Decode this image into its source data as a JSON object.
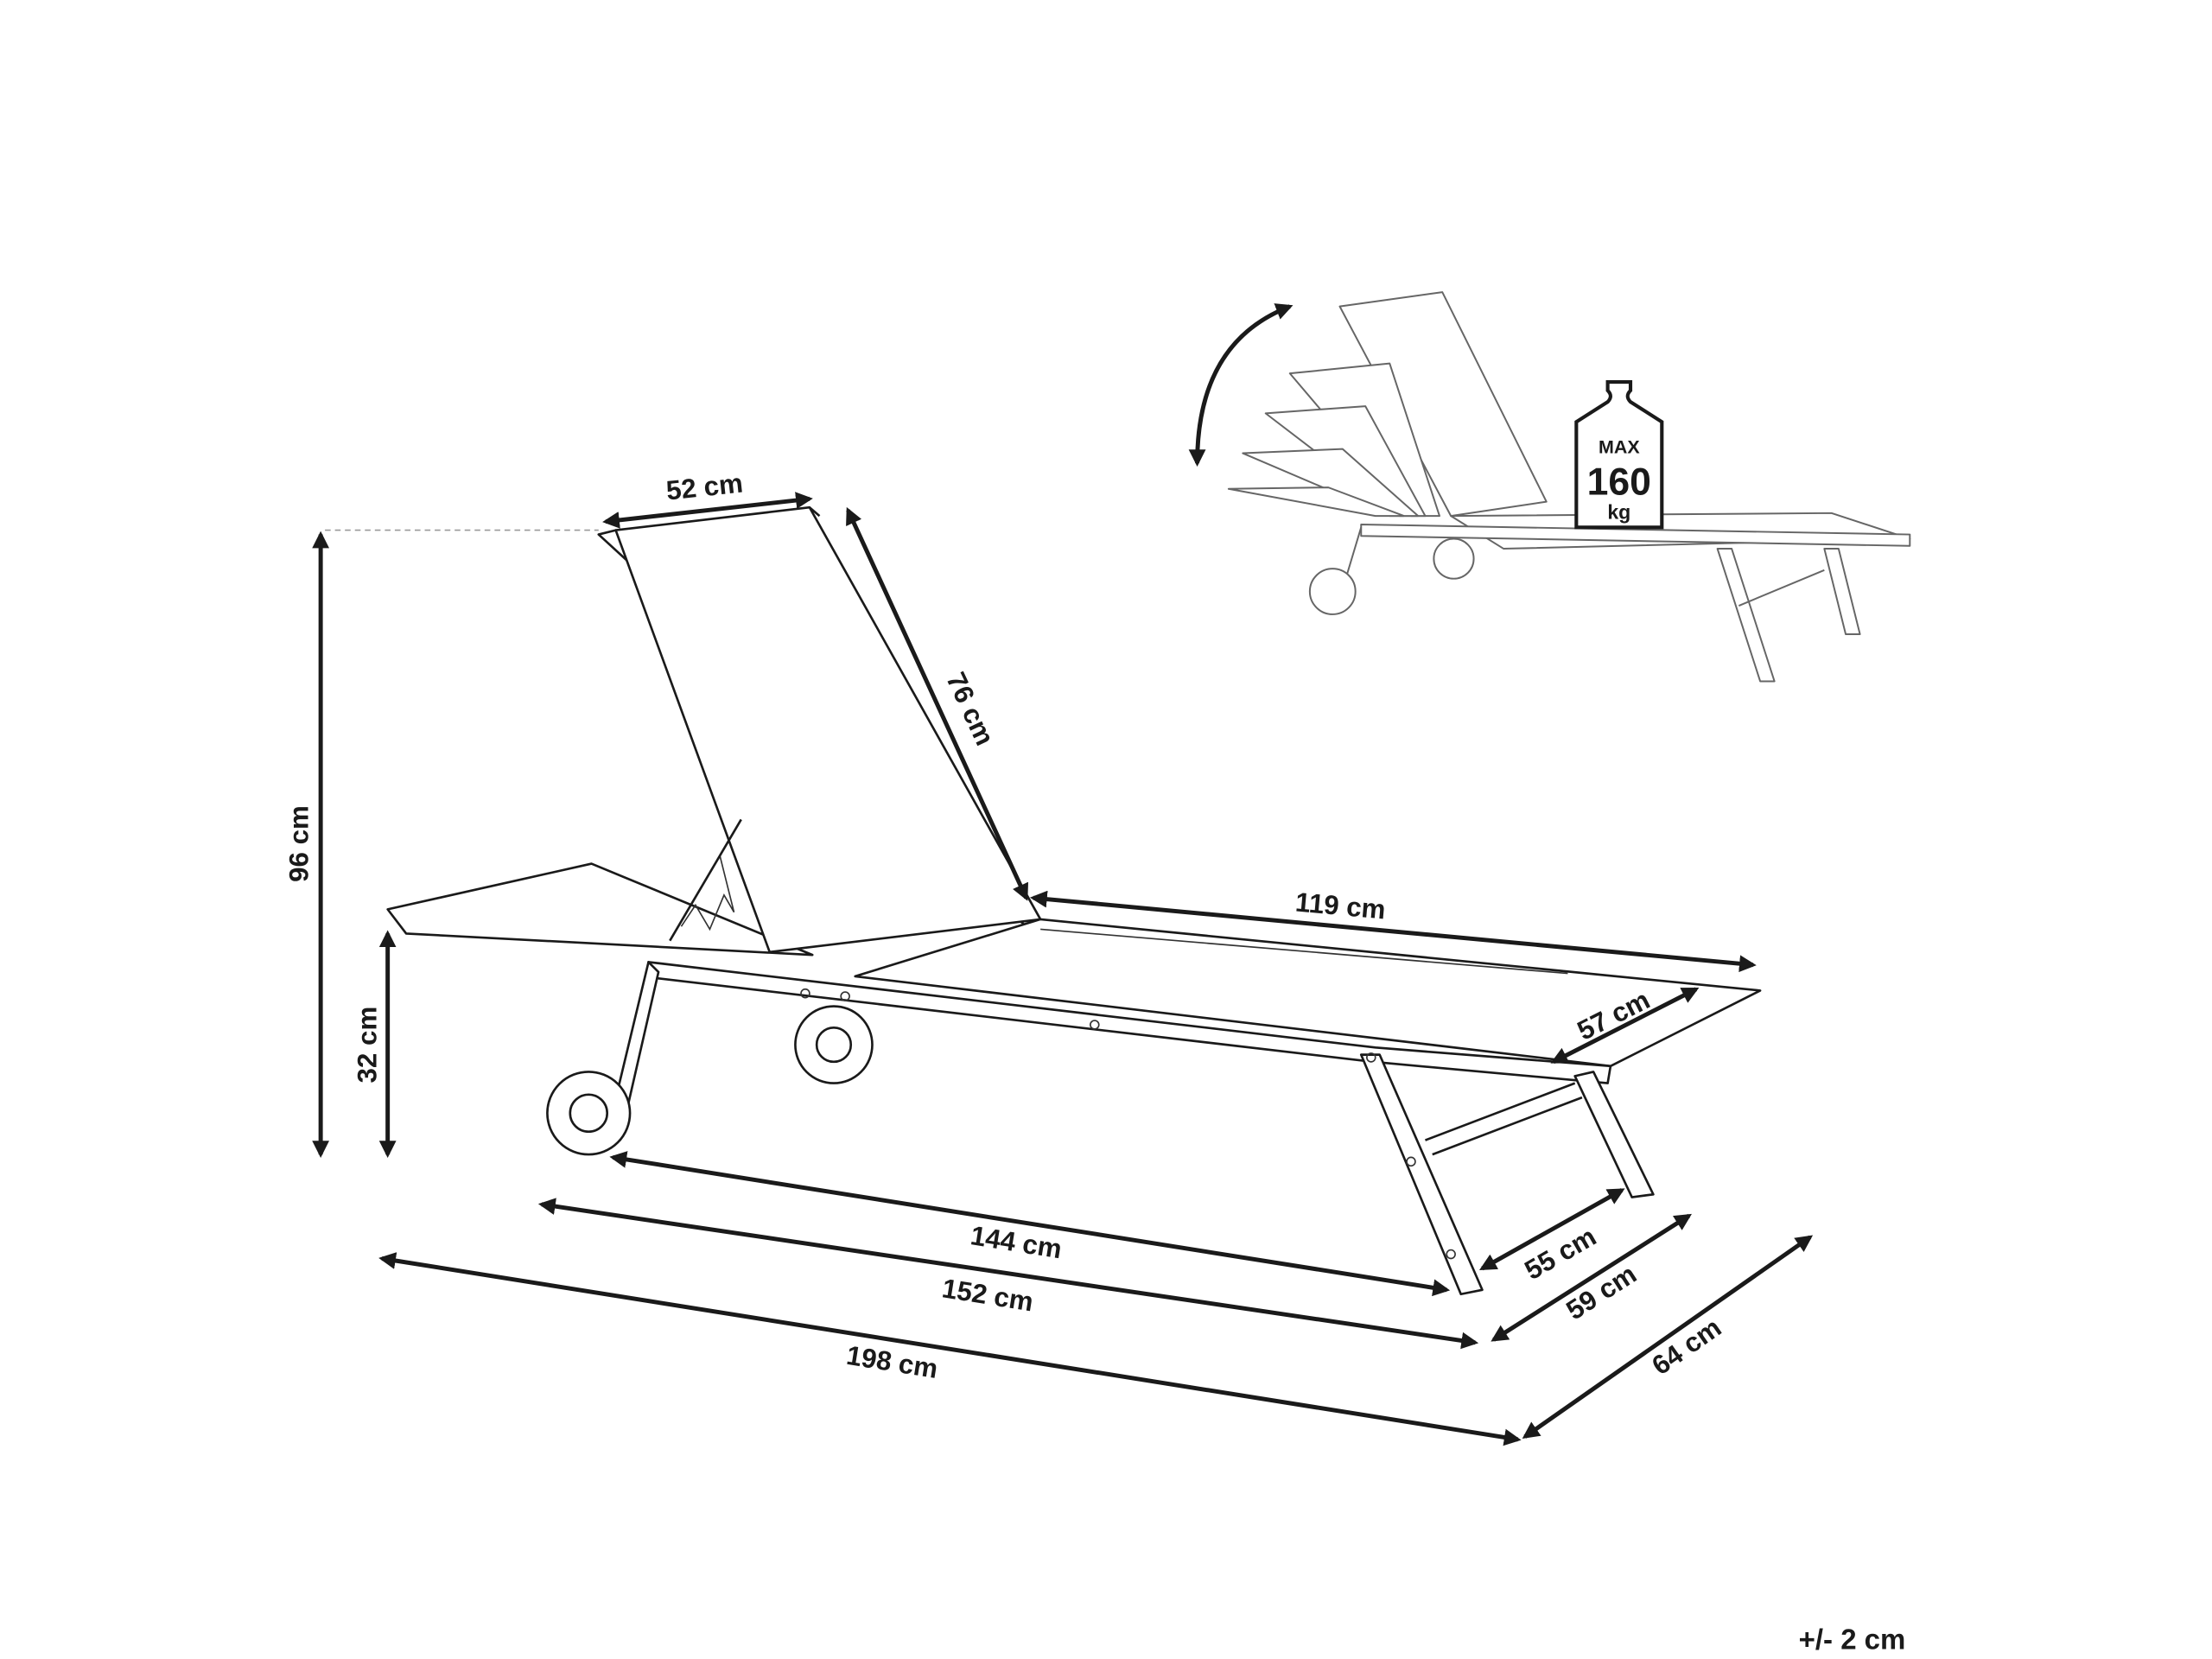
{
  "dimensions": {
    "backrest_width": "52 cm",
    "backrest_length": "76 cm",
    "total_height": "96 cm",
    "seat_height": "32 cm",
    "seat_length": "119 cm",
    "seat_width": "57 cm",
    "frame_length_inner": "144 cm",
    "frame_length": "152 cm",
    "total_length": "198 cm",
    "frame_width_inner": "55 cm",
    "frame_width": "59 cm",
    "total_width": "64 cm"
  },
  "max_load": {
    "label": "MAX",
    "value": "160",
    "unit": "kg"
  },
  "tolerance": "+/- 2 cm",
  "colors": {
    "line": "#1a1a1a",
    "background": "#ffffff"
  }
}
